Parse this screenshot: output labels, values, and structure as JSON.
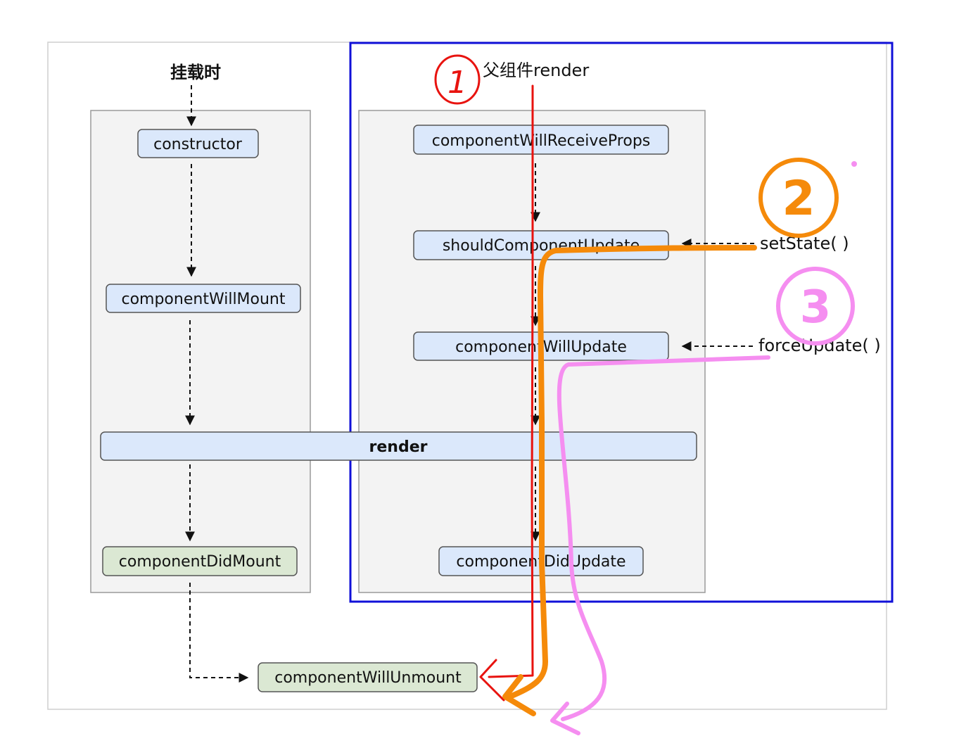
{
  "mount_title": "挂载时",
  "parent_render_label": "父组件render",
  "nodes": {
    "constructor": "constructor",
    "componentWillMount": "componentWillMount",
    "render": "render",
    "componentDidMount": "componentDidMount",
    "componentWillReceiveProps": "componentWillReceiveProps",
    "shouldComponentUpdate": "shouldComponentUpdate",
    "componentWillUpdate": "componentWillUpdate",
    "componentDidUpdate": "componentDidUpdate",
    "componentWillUnmount": "componentWillUnmount"
  },
  "triggers": {
    "setState": "setState( )",
    "forceUpdate": "forceUpdate( )"
  },
  "annotations": {
    "path1_number": "1",
    "path2_number": "2",
    "path3_number": "3"
  },
  "colors": {
    "node_fill": "#dbe8fb",
    "node_green_fill": "#dbe8d3",
    "panel_fill": "#f3f3f3",
    "highlight_box": "#1010d8",
    "path1": "#e8130f",
    "path2": "#f58a0a",
    "path3": "#f58ef0"
  }
}
